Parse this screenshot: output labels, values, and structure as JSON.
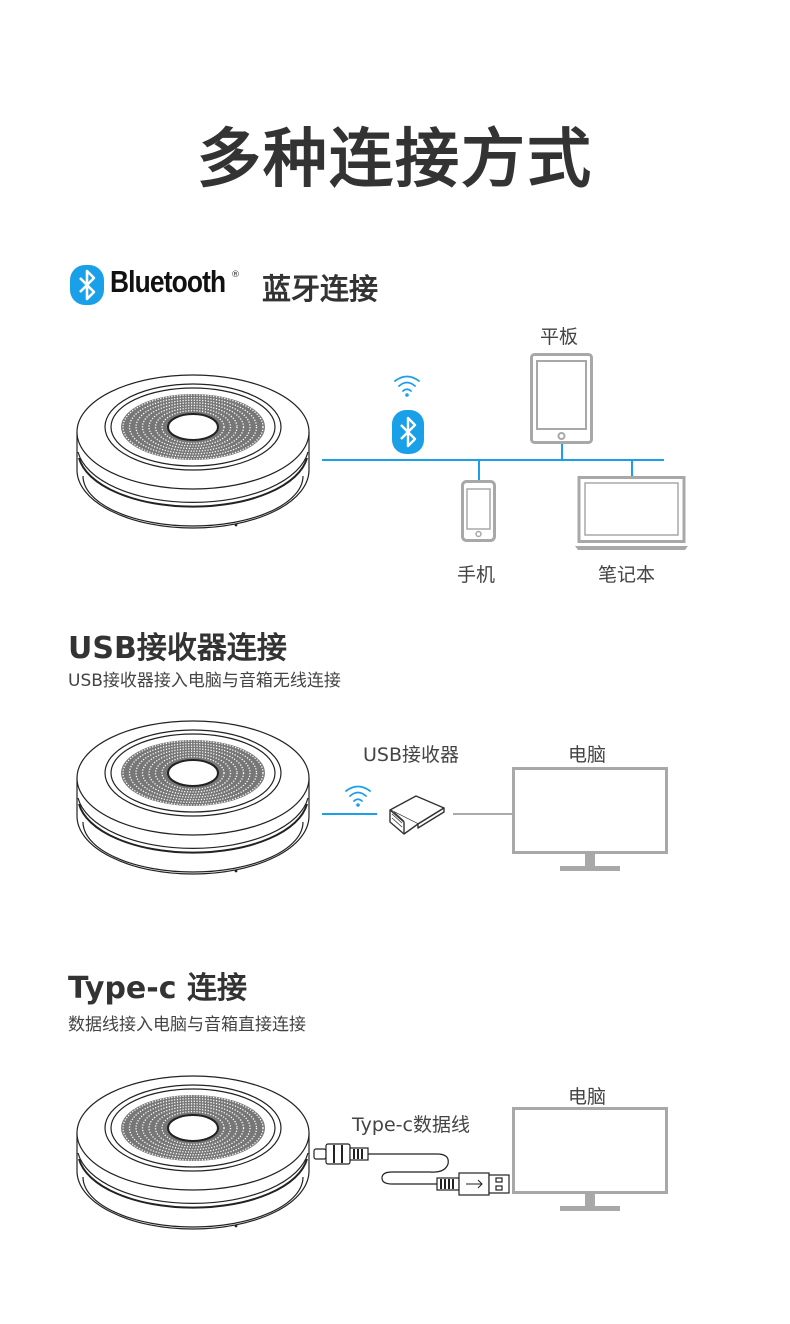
{
  "title": "多种连接方式",
  "bluetooth": {
    "brand": "Bluetooth",
    "reg": "®",
    "heading": "蓝牙连接",
    "devices": {
      "tablet": "平板",
      "phone": "手机",
      "laptop": "笔记本"
    }
  },
  "usb": {
    "heading": "USB接收器连接",
    "subtitle": "USB接收器接入电脑与音箱无线连接",
    "receiver_label": "USB接收器",
    "computer_label": "电脑"
  },
  "typec": {
    "heading": "Type-c 连接",
    "subtitle": "数据线接入电脑与音箱直接连接",
    "cable_label": "Type-c数据线",
    "computer_label": "电脑"
  },
  "colors": {
    "accent": "#1aa0e8",
    "text": "#333333",
    "device": "#a8a8a8"
  }
}
